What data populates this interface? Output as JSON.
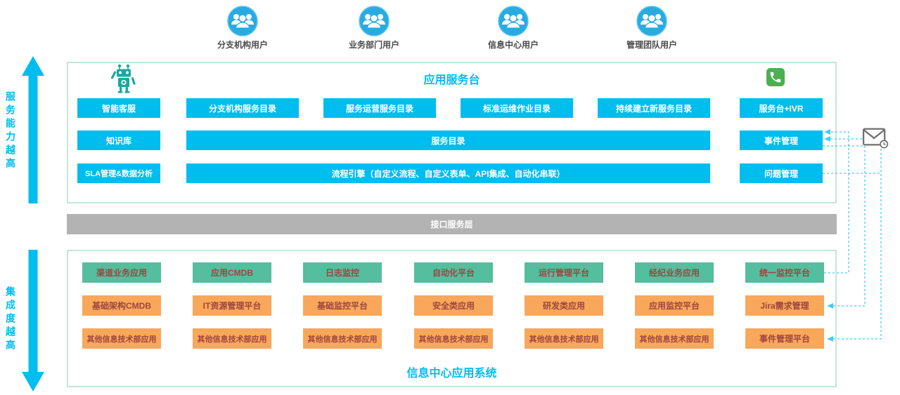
{
  "users": [
    "分支机构用户",
    "业务部门用户",
    "信息中心用户",
    "管理团队用户"
  ],
  "axis": {
    "top_label": "服务能力越高",
    "bottom_label": "集成度越高"
  },
  "service_desk": {
    "title": "应用服务台",
    "row1": [
      "智能客服",
      "分支机构服务目录",
      "服务运营服务目录",
      "标准运维作业目录",
      "持续建立新服务目录",
      "服务台+IVR"
    ],
    "row2": [
      "知识库",
      "服务目录",
      "事件管理"
    ],
    "row3": [
      "SLA管理&数据分析",
      "流程引擎（自定义流程、自定义表单、API集成、自动化串联）",
      "问题管理"
    ]
  },
  "interface_layer": {
    "label": "接口服务层"
  },
  "info_center": {
    "title": "信息中心应用系统",
    "green_row": [
      "渠道业务应用",
      "应用CMDB",
      "日志监控",
      "自动化平台",
      "运行管理平台",
      "经纪业务应用",
      "统一监控平台"
    ],
    "orange_row1": [
      "基础架构CMDB",
      "IT资源管理平台",
      "基础监控平台",
      "安全类应用",
      "研发类应用",
      "应用监控平台",
      "Jira需求管理"
    ],
    "orange_row2": [
      "其他信息技术部应用",
      "其他信息技术部应用",
      "其他信息技术部应用",
      "其他信息技术部应用",
      "其他信息技术部应用",
      "其他信息技术部应用",
      "事件管理平台"
    ]
  },
  "icons": {
    "user_group": "user-group-icon",
    "robot": "robot-icon",
    "phone": "phone-icon",
    "mail": "mail-notification-icon"
  },
  "colors": {
    "cyan": "#00bdf0",
    "green": "#54be9e",
    "orange": "#f9a75b",
    "gray": "#b3b3b4",
    "panel_border": "#c2e7d9",
    "block_text_red": "#9e4540",
    "connector": "#45cdf2"
  }
}
